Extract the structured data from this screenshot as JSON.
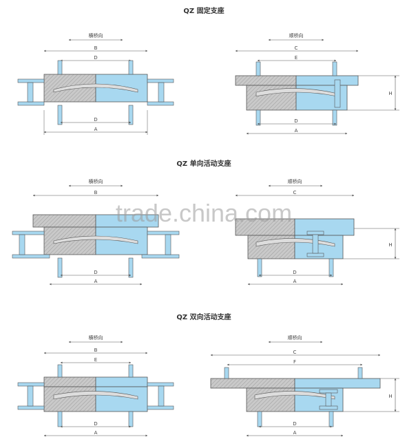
{
  "sections": [
    {
      "title": "QZ 固定支座",
      "left_view": {
        "direction": "横桥向",
        "dims": [
          "B",
          "D",
          "D",
          "A"
        ]
      },
      "right_view": {
        "direction": "顺桥向",
        "dims": [
          "C",
          "E",
          "D",
          "A",
          "H"
        ]
      }
    },
    {
      "title": "QZ 单向活动支座",
      "left_view": {
        "direction": "横桥向",
        "dims": [
          "B",
          "D",
          "A"
        ]
      },
      "right_view": {
        "direction": "顺桥向",
        "dims": [
          "C",
          "D",
          "A",
          "H"
        ]
      }
    },
    {
      "title": "QZ 双向活动支座",
      "left_view": {
        "direction": "横桥向",
        "dims": [
          "B",
          "E",
          "D",
          "A"
        ]
      },
      "right_view": {
        "direction": "顺桥向",
        "dims": [
          "C",
          "F",
          "D",
          "A",
          "H"
        ]
      }
    }
  ],
  "watermark": "trade.china.com",
  "colors": {
    "steel": "#c9c9c9",
    "blue": "#a8d8f0",
    "line": "#555555",
    "hatch": "#888888"
  }
}
